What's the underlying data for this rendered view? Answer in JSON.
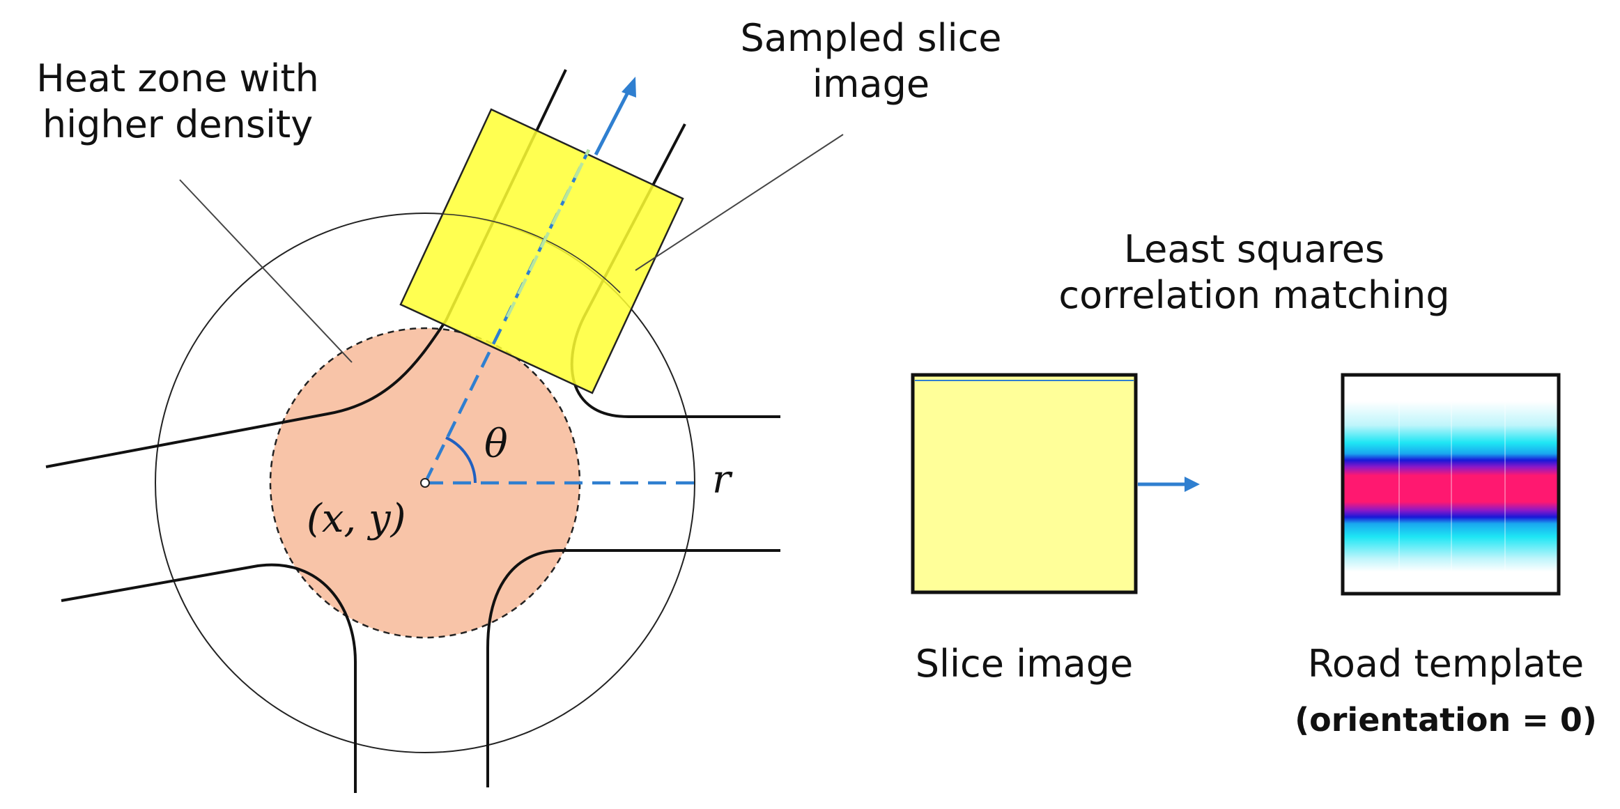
{
  "labels": {
    "heat_zone_line1": "Heat zone with",
    "heat_zone_line2": "higher density",
    "sampled_line1": "Sampled slice",
    "sampled_line2": "image",
    "lsq_line1": "Least squares",
    "lsq_line2": "correlation matching",
    "slice_image": "Slice image",
    "road_template": "Road template",
    "orientation": "(orientation = 0)"
  },
  "math": {
    "theta": "θ",
    "radius": "r",
    "center": "(x, y)"
  },
  "colors": {
    "heat_zone": "#F8C4A8",
    "slice_fill": "#FFFF33",
    "slice_image_fill": "#FFFF99",
    "direction_blue": "#2F7FD0",
    "template_magenta": "#FF1A6E",
    "template_blue": "#1A1AE0",
    "template_cyan": "#19E0F0"
  }
}
